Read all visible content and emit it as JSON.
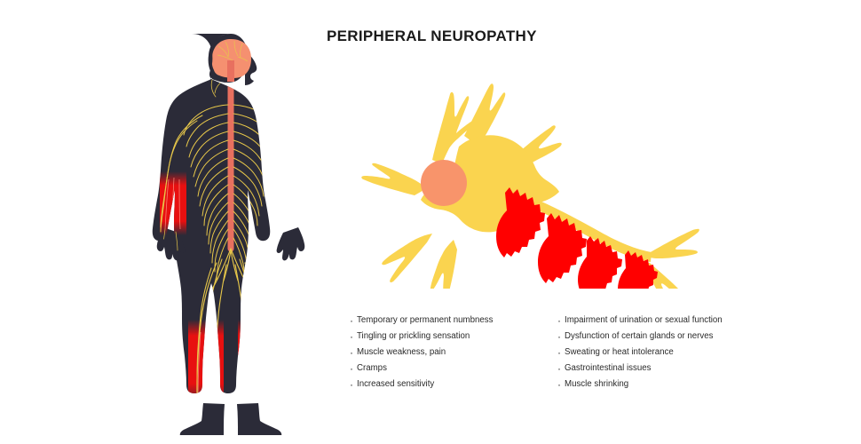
{
  "page": {
    "title": "PERIPHERAL NEUROPATHY",
    "background_color": "#ffffff"
  },
  "palette": {
    "body_silhouette": "#2b2b38",
    "nerve_yellow": "#e8c84a",
    "spinal_cord": "#e8705f",
    "brain": "#f59070",
    "affected_red": "#e81010",
    "neuron_body": "#fad44f",
    "neuron_nucleus": "#f8946b",
    "myelin_damage": "#ff0000",
    "text": "#2a2a2a",
    "title": "#1a1a1a"
  },
  "body_diagram": {
    "label": "human-nervous-system-figure",
    "parts": [
      "brain",
      "spinal-cord",
      "peripheral-nerves",
      "affected-forearms",
      "affected-lower-legs"
    ]
  },
  "neuron_diagram": {
    "label": "damaged-neuron-figure",
    "parts": [
      "dendrites",
      "cell-body",
      "nucleus",
      "axon",
      "damaged-myelin-sheath",
      "axon-terminals"
    ],
    "myelin_segment_count": 4
  },
  "symptoms": {
    "left_column": [
      "Temporary or permanent numbness",
      "Tingling or prickling sensation",
      "Muscle weakness, pain",
      "Cramps",
      "Increased sensitivity"
    ],
    "right_column": [
      "Impairment of urination or sexual function",
      "Dysfunction of certain glands or nerves",
      "Sweating or heat intolerance",
      "Gastrointestinal issues",
      "Muscle shrinking"
    ]
  }
}
